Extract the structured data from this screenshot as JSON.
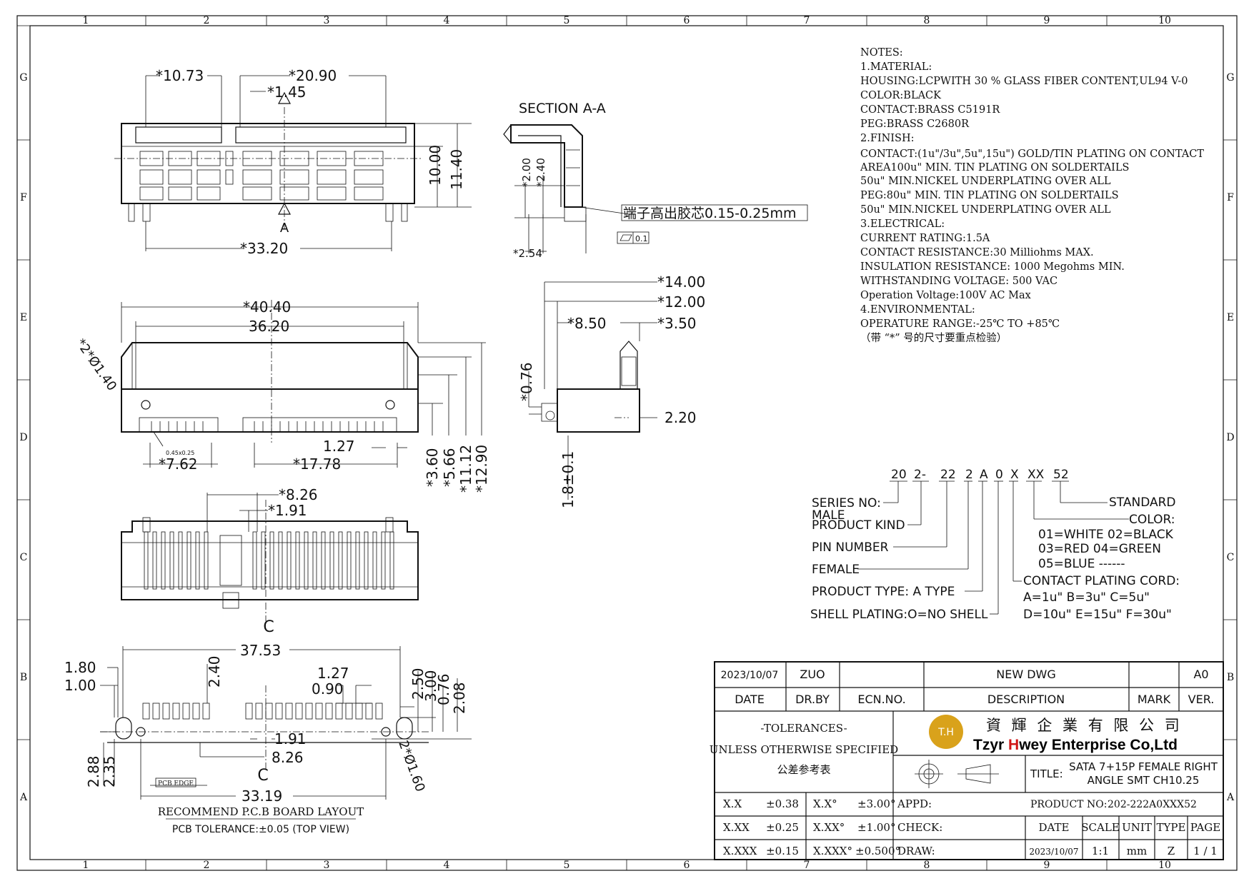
{
  "border": {
    "cols": [
      "1",
      "2",
      "3",
      "4",
      "5",
      "6",
      "7",
      "8",
      "9",
      "10"
    ],
    "rows": [
      "G",
      "F",
      "E",
      "D",
      "C",
      "B",
      "A"
    ]
  },
  "top_view": {
    "d1": "*10.73",
    "d2": "*20.90",
    "d3": "*1.45",
    "d4": "*33.20",
    "d5": "10.00",
    "d6": "11.40",
    "sect_a": "A"
  },
  "section": {
    "title": "SECTION A-A",
    "d1": "*2.00",
    "d2": "*2.40",
    "d3": "*2.54",
    "note": "端子高出胶芯0.15-0.25mm",
    "flat_tol": "0.1"
  },
  "front_view": {
    "d1": "*40.40",
    "d2": "36.20",
    "d3": "*2*Ø1.40",
    "d4": "1.27",
    "d5": "*7.62",
    "d6": "*17.78",
    "d7": "0.45x0.25",
    "v1": "*3.60",
    "v2": "*5.66",
    "v3": "*11.12",
    "v4": "*12.90"
  },
  "side_view": {
    "d1": "*14.00",
    "d2": "*12.00",
    "d3": "*8.50",
    "d4": "*3.50",
    "d5": "*0.76",
    "d6": "2.20",
    "d7": "1.8±0.1"
  },
  "bottom_view": {
    "d1": "*8.26",
    "d2": "*1.91",
    "label": "C"
  },
  "pcb": {
    "d1": "37.53",
    "d2": "1.80",
    "d3": "1.00",
    "d4": "2.40",
    "d5": "1.27",
    "d6": "0.90",
    "d7": "2.50",
    "d8": "3.00",
    "d9": "0.76",
    "d10": "2.08",
    "d11": "1.91",
    "d12": "8.26",
    "d13": "2.88",
    "d14": "2.35",
    "d15": "33.19",
    "d16": "2*Ø1.60",
    "edge": "PCB EDGE",
    "label": "C",
    "title": "RECOMMEND P.C.B BOARD LAYOUT",
    "sub": "PCB TOLERANCE:±0.05 (TOP VIEW)"
  },
  "notes": [
    "NOTES:",
    " 1.MATERIAL:",
    "HOUSING:LCPWITH 30 % GLASS FIBER  CONTENT,UL94 V-0",
    " COLOR:BLACK",
    "CONTACT:BRASS C5191R",
    "PEG:BRASS C2680R",
    "2.FINISH:",
    "CONTACT:(1u\"/3u\",5u\",15u\") GOLD/TIN PLATING ON CONTACT",
    "AREA100u\" MIN. TIN PLATING ON SOLDERTAILS",
    " 50u\" MIN.NICKEL UNDERPLATING OVER ALL",
    "PEG:80u\" MIN. TIN PLATING ON SOLDERTAILS",
    "    50u\" MIN.NICKEL UNDERPLATING OVER ALL",
    "3.ELECTRICAL:",
    "CURRENT RATING:1.5A",
    "CONTACT RESISTANCE:30 Milliohms MAX.",
    "INSULATION RESISTANCE: 1000 Megohms MIN.",
    "WITHSTANDING VOLTAGE: 500 VAC",
    "Operation  Voltage:100V AC Max",
    "4.ENVIRONMENTAL:",
    "OPERATURE RANGE:-25℃ TO +85℃",
    "（带 “*” 号的尺寸要重点检验）"
  ],
  "part_code": {
    "parts": [
      "20",
      "2-",
      "22",
      "2",
      "A",
      "0",
      "X",
      "XX",
      "52"
    ],
    "labels": {
      "series": "SERIES NO:",
      "male": "MALE",
      "kind": "PRODUCT KIND",
      "pin": "PIN NUMBER",
      "female": "FEMALE",
      "type": "PRODUCT TYPE: A TYPE",
      "shell": "SHELL PLATING:O=NO SHELL",
      "standard": "STANDARD",
      "color": "COLOR:",
      "color1": "01=WHITE  02=BLACK",
      "color2": "03=RED    04=GREEN",
      "color3": "05=BLUE  ------",
      "plating": "CONTACT PLATING CORD:",
      "plating1": "A=1u\"   B=3u\"   C=5u\"",
      "plating2": "D=10u\"  E=15u\"  F=30u\""
    }
  },
  "title_block": {
    "rev_date": "2023/10/07",
    "rev_by": "ZUO",
    "rev_desc": "NEW DWG",
    "rev_ver": "A0",
    "h_date": "DATE",
    "h_drby": "DR.BY",
    "h_ecn": "ECN.NO.",
    "h_desc": "DESCRIPTION",
    "h_mark": "MARK",
    "h_ver": "VER.",
    "tol1": "-TOLERANCES-",
    "tol2": "UNLESS OTHERWISE SPECIFIED",
    "tol3": "公差参考表",
    "logo_text": "T.H",
    "company_cn": "資 輝 企 業 有 限 公 司",
    "company_en_a": "Tzyr ",
    "company_en_b": "H",
    "company_en_c": "wey Enterprise Co,Ltd",
    "title_label": "TITLE:",
    "title1": "SATA 7+15P FEMALE RIGHT",
    "title2": "ANGLE SMT CH10.25",
    "tols": [
      [
        "X.X",
        "±0.38",
        "X.X°",
        "±3.00°"
      ],
      [
        "X.XX",
        "±0.25",
        "X.XX°",
        "±1.00°"
      ],
      [
        "X.XXX",
        "±0.15",
        "X.XXX°",
        "±0.500°"
      ]
    ],
    "appd": "APPD:",
    "check": "CHECK:",
    "draw": "DRAW:",
    "pn_label": "PRODUCT NO:",
    "pn": "202-222A0XXX52",
    "h_date2": "DATE",
    "h_scale": "SCALE",
    "h_unit": "UNIT",
    "h_type": "TYPE",
    "h_page": "PAGE",
    "v_date": "2023/10/07",
    "v_scale": "1:1",
    "v_unit": "mm",
    "v_type": "Z",
    "v_page": "1 / 1"
  },
  "colors": {
    "logo_gold": "#d9a21b",
    "accent_red": "#d01515"
  }
}
